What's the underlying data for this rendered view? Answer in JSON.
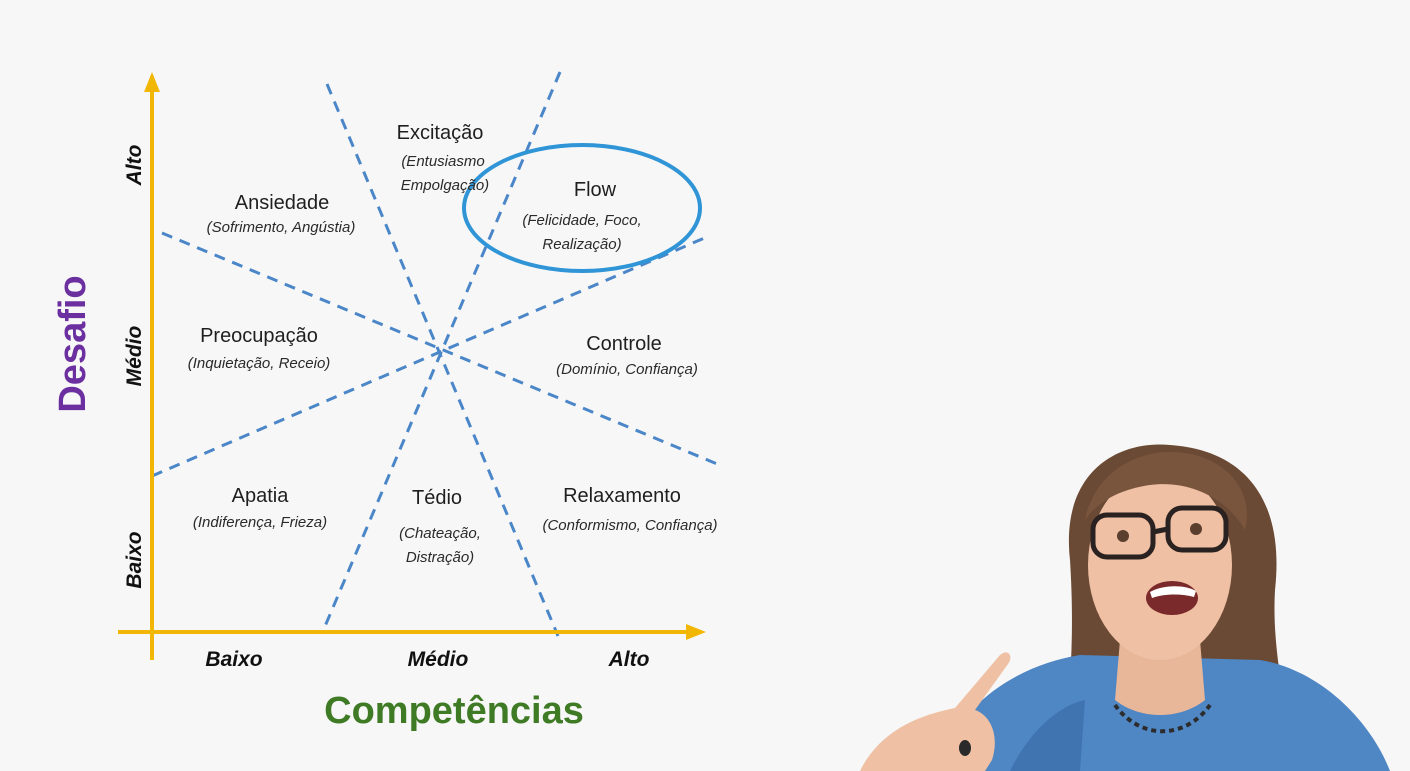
{
  "colors": {
    "axis": "#f2b705",
    "dashed_lines": "#4a86c8",
    "highlight_circle": "#2f95d6",
    "y_title": "#6b2fa0",
    "x_title": "#3f7a25"
  },
  "y_axis": {
    "title": "Desafio",
    "ticks": [
      "Alto",
      "Médio",
      "Baixo"
    ]
  },
  "x_axis": {
    "title": "Competências",
    "ticks": [
      "Baixo",
      "Médio",
      "Alto"
    ]
  },
  "zones": {
    "excitacao": {
      "title": "Excitação",
      "sub1": "(Entusiasmo",
      "sub2": "Empolgação)"
    },
    "ansiedade": {
      "title": "Ansiedade",
      "sub1": "(Sofrimento, Angústia)"
    },
    "flow": {
      "title": "Flow",
      "sub1": "(Felicidade, Foco,",
      "sub2": "Realização)"
    },
    "preocupacao": {
      "title": "Preocupação",
      "sub1": "(Inquietação, Receio)"
    },
    "controle": {
      "title": "Controle",
      "sub1": "(Domínio, Confiança)"
    },
    "apatia": {
      "title": "Apatia",
      "sub1": "(Indiferença, Frieza)"
    },
    "tedio": {
      "title": "Tédio",
      "sub1": "(Chateação,",
      "sub2": "Distração)"
    },
    "relaxamento": {
      "title": "Relaxamento",
      "sub1": "(Conformismo, Confiança)"
    }
  },
  "presenter": {
    "icon": "presenter-photo"
  }
}
